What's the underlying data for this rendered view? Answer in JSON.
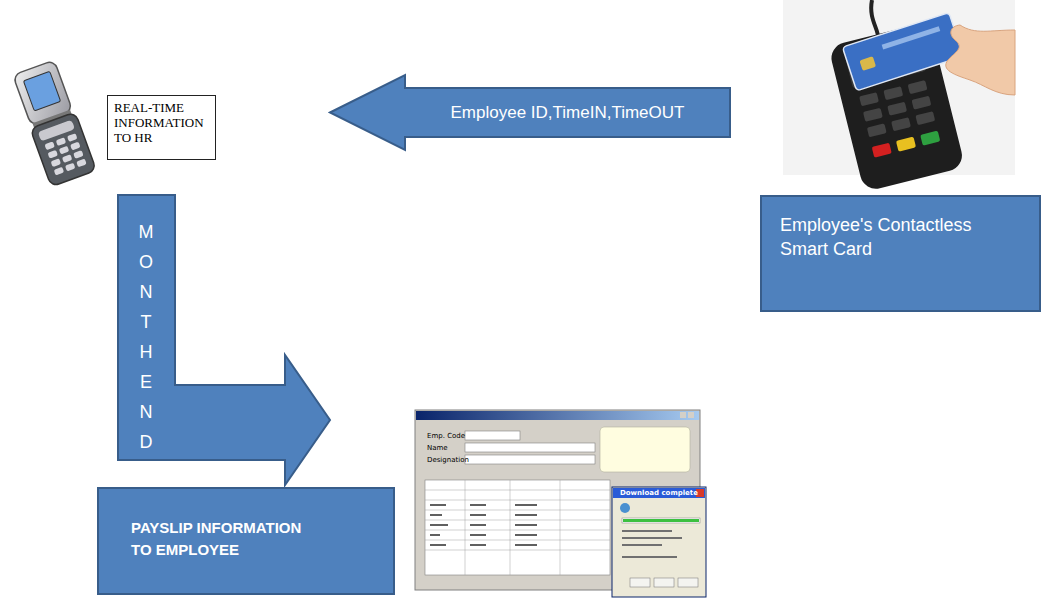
{
  "diagram": {
    "nodes": [
      {
        "text": [
          "REAL-TIME INFORMATION TO HR"
        ]
      },
      {
        "text": [
          "Employee ID,TimeIN,TimeOUT"
        ]
      },
      {
        "text": [
          "Employee's Contactless Smart Card"
        ]
      },
      {
        "text": [
          "MONTHEND"
        ]
      },
      {
        "text": [
          "PAYSLIP INFORMATION TO EMPLOYEE"
        ]
      }
    ],
    "labels": [
      "Emp. Code",
      "Name",
      "Designation",
      "Download complete"
    ]
  }
}
